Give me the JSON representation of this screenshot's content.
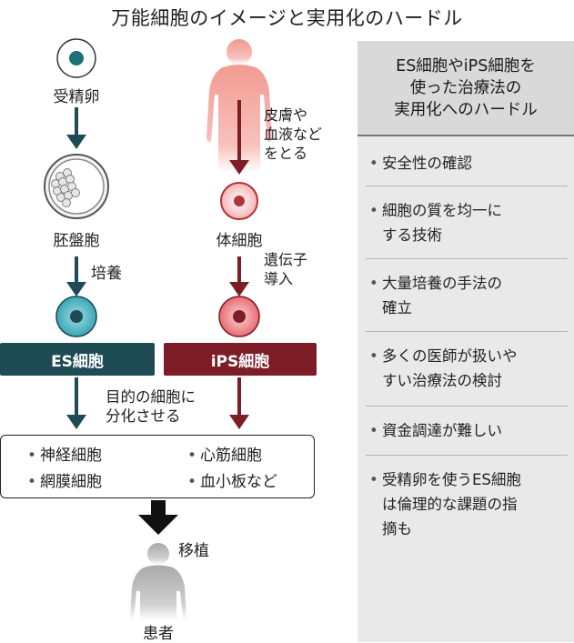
{
  "title": "万能細胞のイメージと実用化のハードル",
  "colors": {
    "es_dark": "#1f4b55",
    "es_light": "#3aa7b5",
    "ips_dark": "#7d1e26",
    "ips_light": "#e86b72",
    "human_body": "#f4a79f",
    "patient_body": "#b9b9b9",
    "panel_bg": "#e9e9e9"
  },
  "left_flow": {
    "egg": "受精卵",
    "blastocyst": "胚盤胞",
    "culture": "培養",
    "es_label": "ES細胞"
  },
  "right_flow": {
    "take_note": "皮膚や\n血液など\nをとる",
    "somatic": "体細胞",
    "gene_note": "遺伝子\n導入",
    "ips_label": "iPS細胞"
  },
  "differentiate_note": "目的の細胞に\n分化させる",
  "cells": [
    "神経細胞",
    "心筋細胞",
    "網膜細胞",
    "血小板など"
  ],
  "bullet": "•",
  "transplant": "移植",
  "patient": "患者",
  "panel": {
    "heading": "ES細胞やiPS細胞を\n使った治療法の\n実用化へのハードル",
    "items": [
      "安全性の確認",
      "細胞の質を均一に\nする技術",
      "大量培養の手法の\n確立",
      "多くの医師が扱いや\nすい治療法の検討",
      "資金調達が難しい",
      "受精卵を使うES細胞\nは倫理的な課題の指\n摘も"
    ]
  }
}
